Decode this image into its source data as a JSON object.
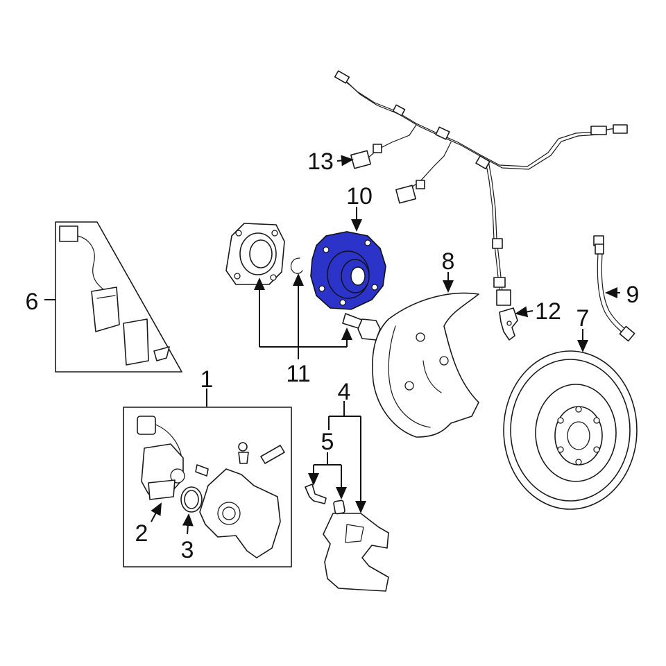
{
  "colors": {
    "highlight": "#2b33c9",
    "line": "#111111",
    "background": "#ffffff"
  },
  "callouts": {
    "c1": "1",
    "c2": "2",
    "c3": "3",
    "c4": "4",
    "c5": "5",
    "c6": "6",
    "c7": "7",
    "c8": "8",
    "c9": "9",
    "c10": "10",
    "c11": "11",
    "c12": "12",
    "c13": "13"
  },
  "highlighted_part": "10"
}
